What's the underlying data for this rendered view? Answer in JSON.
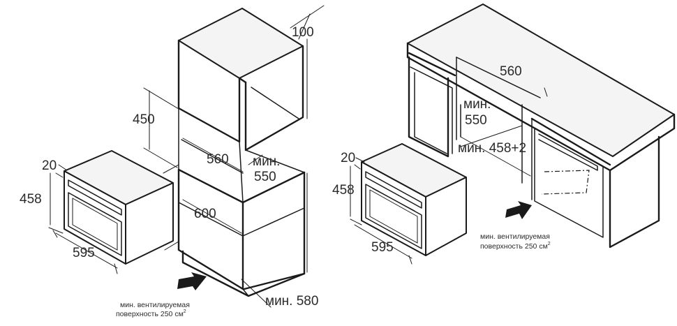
{
  "left": {
    "dims": {
      "d100": "100",
      "d450": "450",
      "d560": "560",
      "dmin550_l1": "мин.",
      "dmin550_l2": "550",
      "d600": "600",
      "dmin580": "мин. 580",
      "d20": "20",
      "d458": "458",
      "d595": "595"
    },
    "note_l1": "мин. вентилируемая",
    "note_l2": "поверхность 250 см",
    "note_sup": "2"
  },
  "right": {
    "dims": {
      "d560": "560",
      "dmin550_l1": "мин.",
      "dmin550_l2": "550",
      "dmin458": "мин. 458+2",
      "d20": "20",
      "d458": "458",
      "d595": "595"
    },
    "note_l1": "мин. вентилируемая",
    "note_l2": "поверхность 250 см",
    "note_sup": "2"
  },
  "icons": {
    "left_arrow": "ventilation-arrow-icon",
    "right_arrow": "ventilation-arrow-icon"
  }
}
